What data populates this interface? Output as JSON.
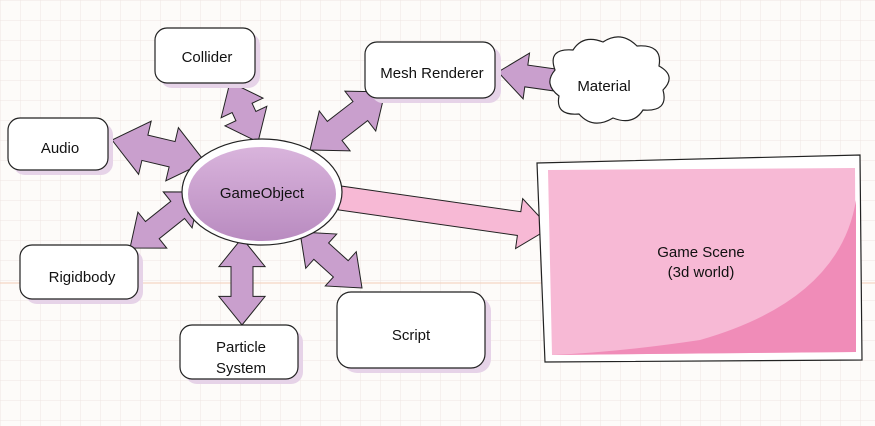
{
  "nodes": {
    "collider": "Collider",
    "mesh_renderer": "Mesh Renderer",
    "material": "Material",
    "audio": "Audio",
    "gameobject": "GameObject",
    "rigidbody": "Rigidbody",
    "particle_system_line1": "Particle",
    "particle_system_line2": "System",
    "script": "Script",
    "game_scene_line1": "Game Scene",
    "game_scene_line2": "(3d world)"
  },
  "colors": {
    "component_arrow": "#c99fcd",
    "gameobject_fill": "#c9a0cf",
    "scene_fill": "#f7b9d5",
    "scene_accent": "#f08cb8"
  }
}
